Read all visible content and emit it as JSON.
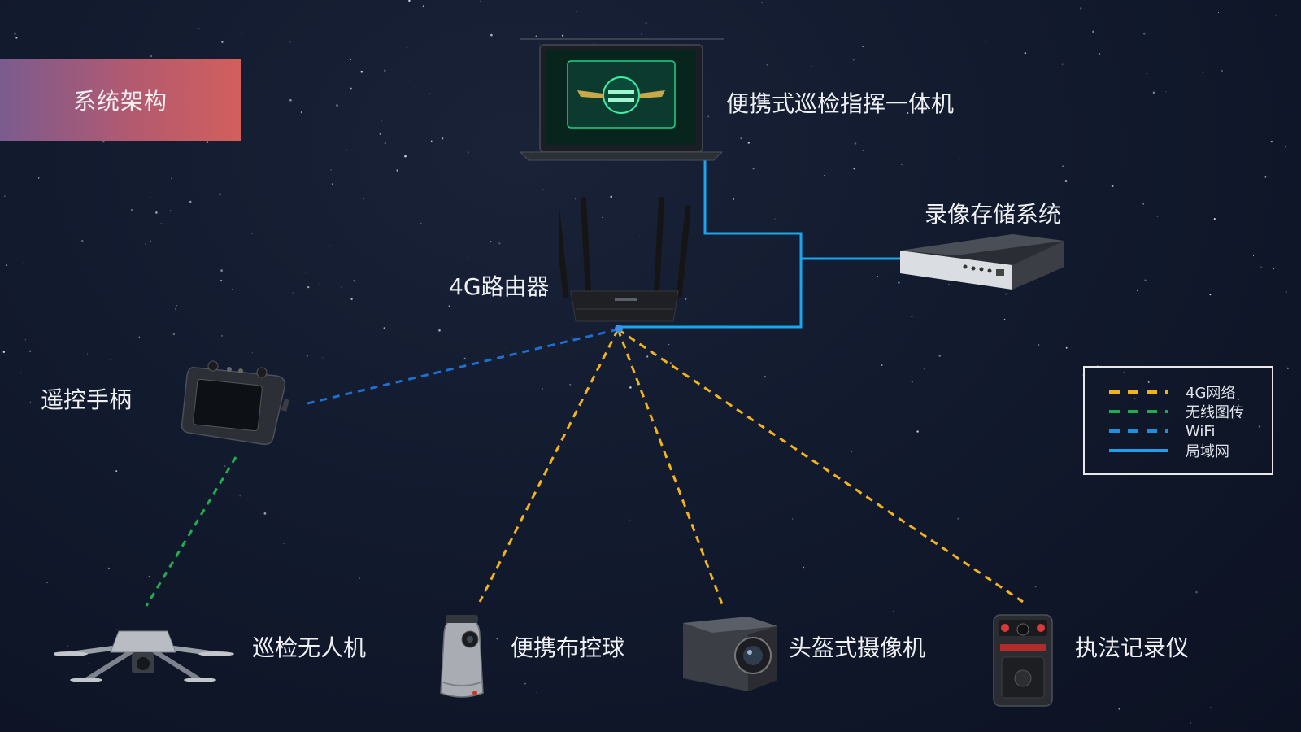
{
  "title": "系统架构",
  "nodes": {
    "laptop": "便携式巡检指挥一体机",
    "router": "4G路由器",
    "storage": "录像存储系统",
    "controller": "遥控手柄",
    "drone": "巡检无人机",
    "dome_camera": "便携布控球",
    "helmet_camera": "头盔式摄像机",
    "body_recorder": "执法记录仪"
  },
  "legend": [
    {
      "label": "4G网络",
      "color": "#f2b31b",
      "style": "dashed"
    },
    {
      "label": "无线图传",
      "color": "#1fae4f",
      "style": "dashed"
    },
    {
      "label": "WiFi",
      "color": "#1e8fe0",
      "style": "dashed"
    },
    {
      "label": "局域网",
      "color": "#1aa3ea",
      "style": "solid"
    }
  ],
  "colors": {
    "network_4g": "#f2b31b",
    "wireless_video": "#1fae4f",
    "wifi": "#1e6fd0",
    "lan": "#19a6ec"
  }
}
